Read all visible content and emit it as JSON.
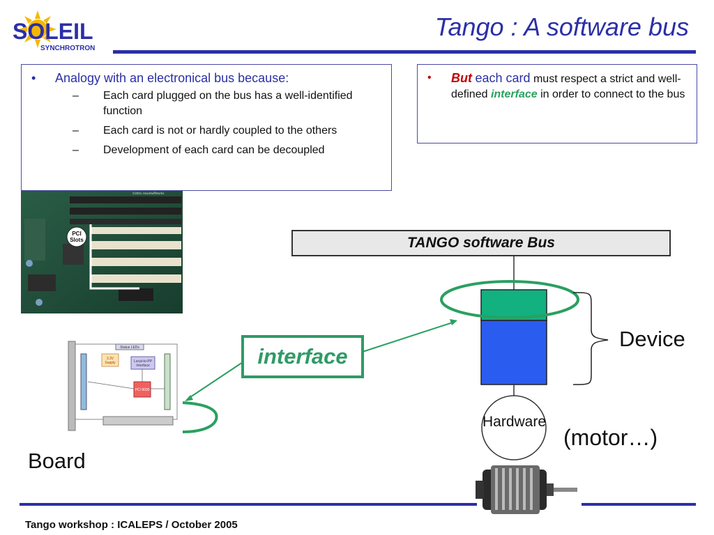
{
  "logo": {
    "brand": "SOLEIL",
    "subtitle": "SYNCHROTRON",
    "colors": {
      "sun": "#f5b800",
      "text": "#2b2fa6",
      "accent": "#e88a00"
    }
  },
  "title": "Tango : A software bus",
  "left_box": {
    "bullet": "Analogy with an electronical bus because:",
    "items": [
      "Each card plugged on the bus has a well-identified function",
      "Each card is not or hardly coupled to the others",
      "Development of each card can be decoupled"
    ]
  },
  "right_box": {
    "but": "But",
    "each_card": "each card",
    "text1": "must respect a strict and well-defined",
    "interface": "interface",
    "text2": "in order to connect to the bus"
  },
  "photo": {
    "pcb_caption": "©2001 HowStuffWorks",
    "pci_label_line1": "PCI",
    "pci_label_line2": "Slots"
  },
  "card_diagram": {
    "status_led": "Status LEDs",
    "supply_line1": "3.3V",
    "supply_line2": "Supply",
    "local_line1": "Local-to-PP",
    "local_line2": "Interface",
    "pci_chip": "PCI 9030"
  },
  "diagram": {
    "bus_label": "TANGO software Bus",
    "interface_label": "interface",
    "device_label": "Device",
    "hardware_label": "Hardware",
    "motor_label": "(motor…)",
    "board_label": "Board",
    "colors": {
      "interface_green": "#2aa060",
      "device_blue": "#2b5cf0",
      "device_green": "#13b080",
      "ellipse_green": "#2aa060",
      "bus_fill": "#e8e8e8"
    }
  },
  "footer": "Tango workshop : ICALEPS / October 2005"
}
